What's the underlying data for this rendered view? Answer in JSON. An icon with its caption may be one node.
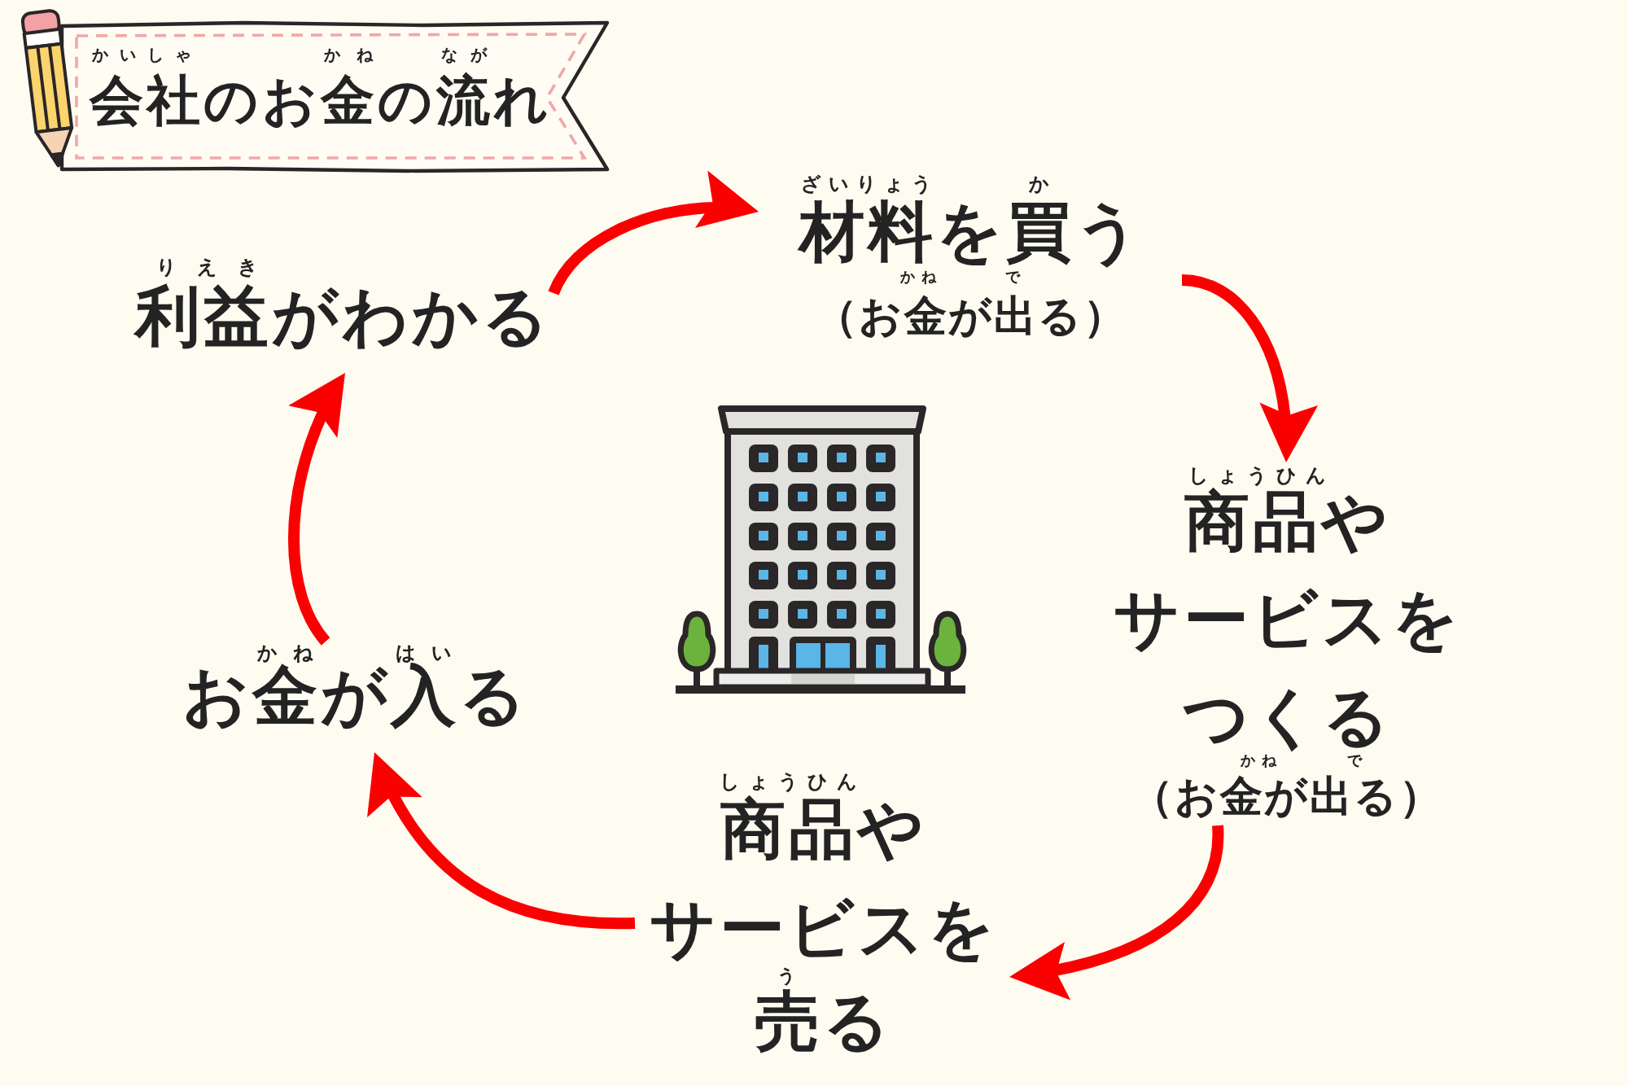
{
  "diagram": {
    "title": "会社のお金の流れ",
    "nodes": [
      {
        "text": [
          "材料を買う",
          "（お金が出る）"
        ],
        "beside": [
          "ざいりょう",
          "か",
          "かね",
          "で"
        ]
      },
      {
        "text": [
          "商品やサービスをつくる",
          "（お金が出る）"
        ],
        "beside": [
          "しょうひん",
          "かね",
          "で"
        ]
      },
      {
        "text": [
          "商品やサービスを",
          "売る"
        ],
        "beside": [
          "しょうひん",
          "う"
        ]
      },
      {
        "text": [
          "お金が入る"
        ],
        "beside": [
          "かね",
          "はい"
        ]
      },
      {
        "text": [
          "利益がわかる"
        ],
        "beside": [
          "りえき"
        ]
      }
    ],
    "edges": [
      {
        "from": 4,
        "to": 0,
        "arrow": "to"
      },
      {
        "from": 0,
        "to": 1,
        "arrow": "to"
      },
      {
        "from": 1,
        "to": 2,
        "arrow": "to"
      },
      {
        "from": 2,
        "to": 3,
        "arrow": "to"
      },
      {
        "from": 3,
        "to": 4,
        "arrow": "to"
      }
    ],
    "labels": [
      "かいしゃ",
      "かね",
      "なが"
    ]
  }
}
